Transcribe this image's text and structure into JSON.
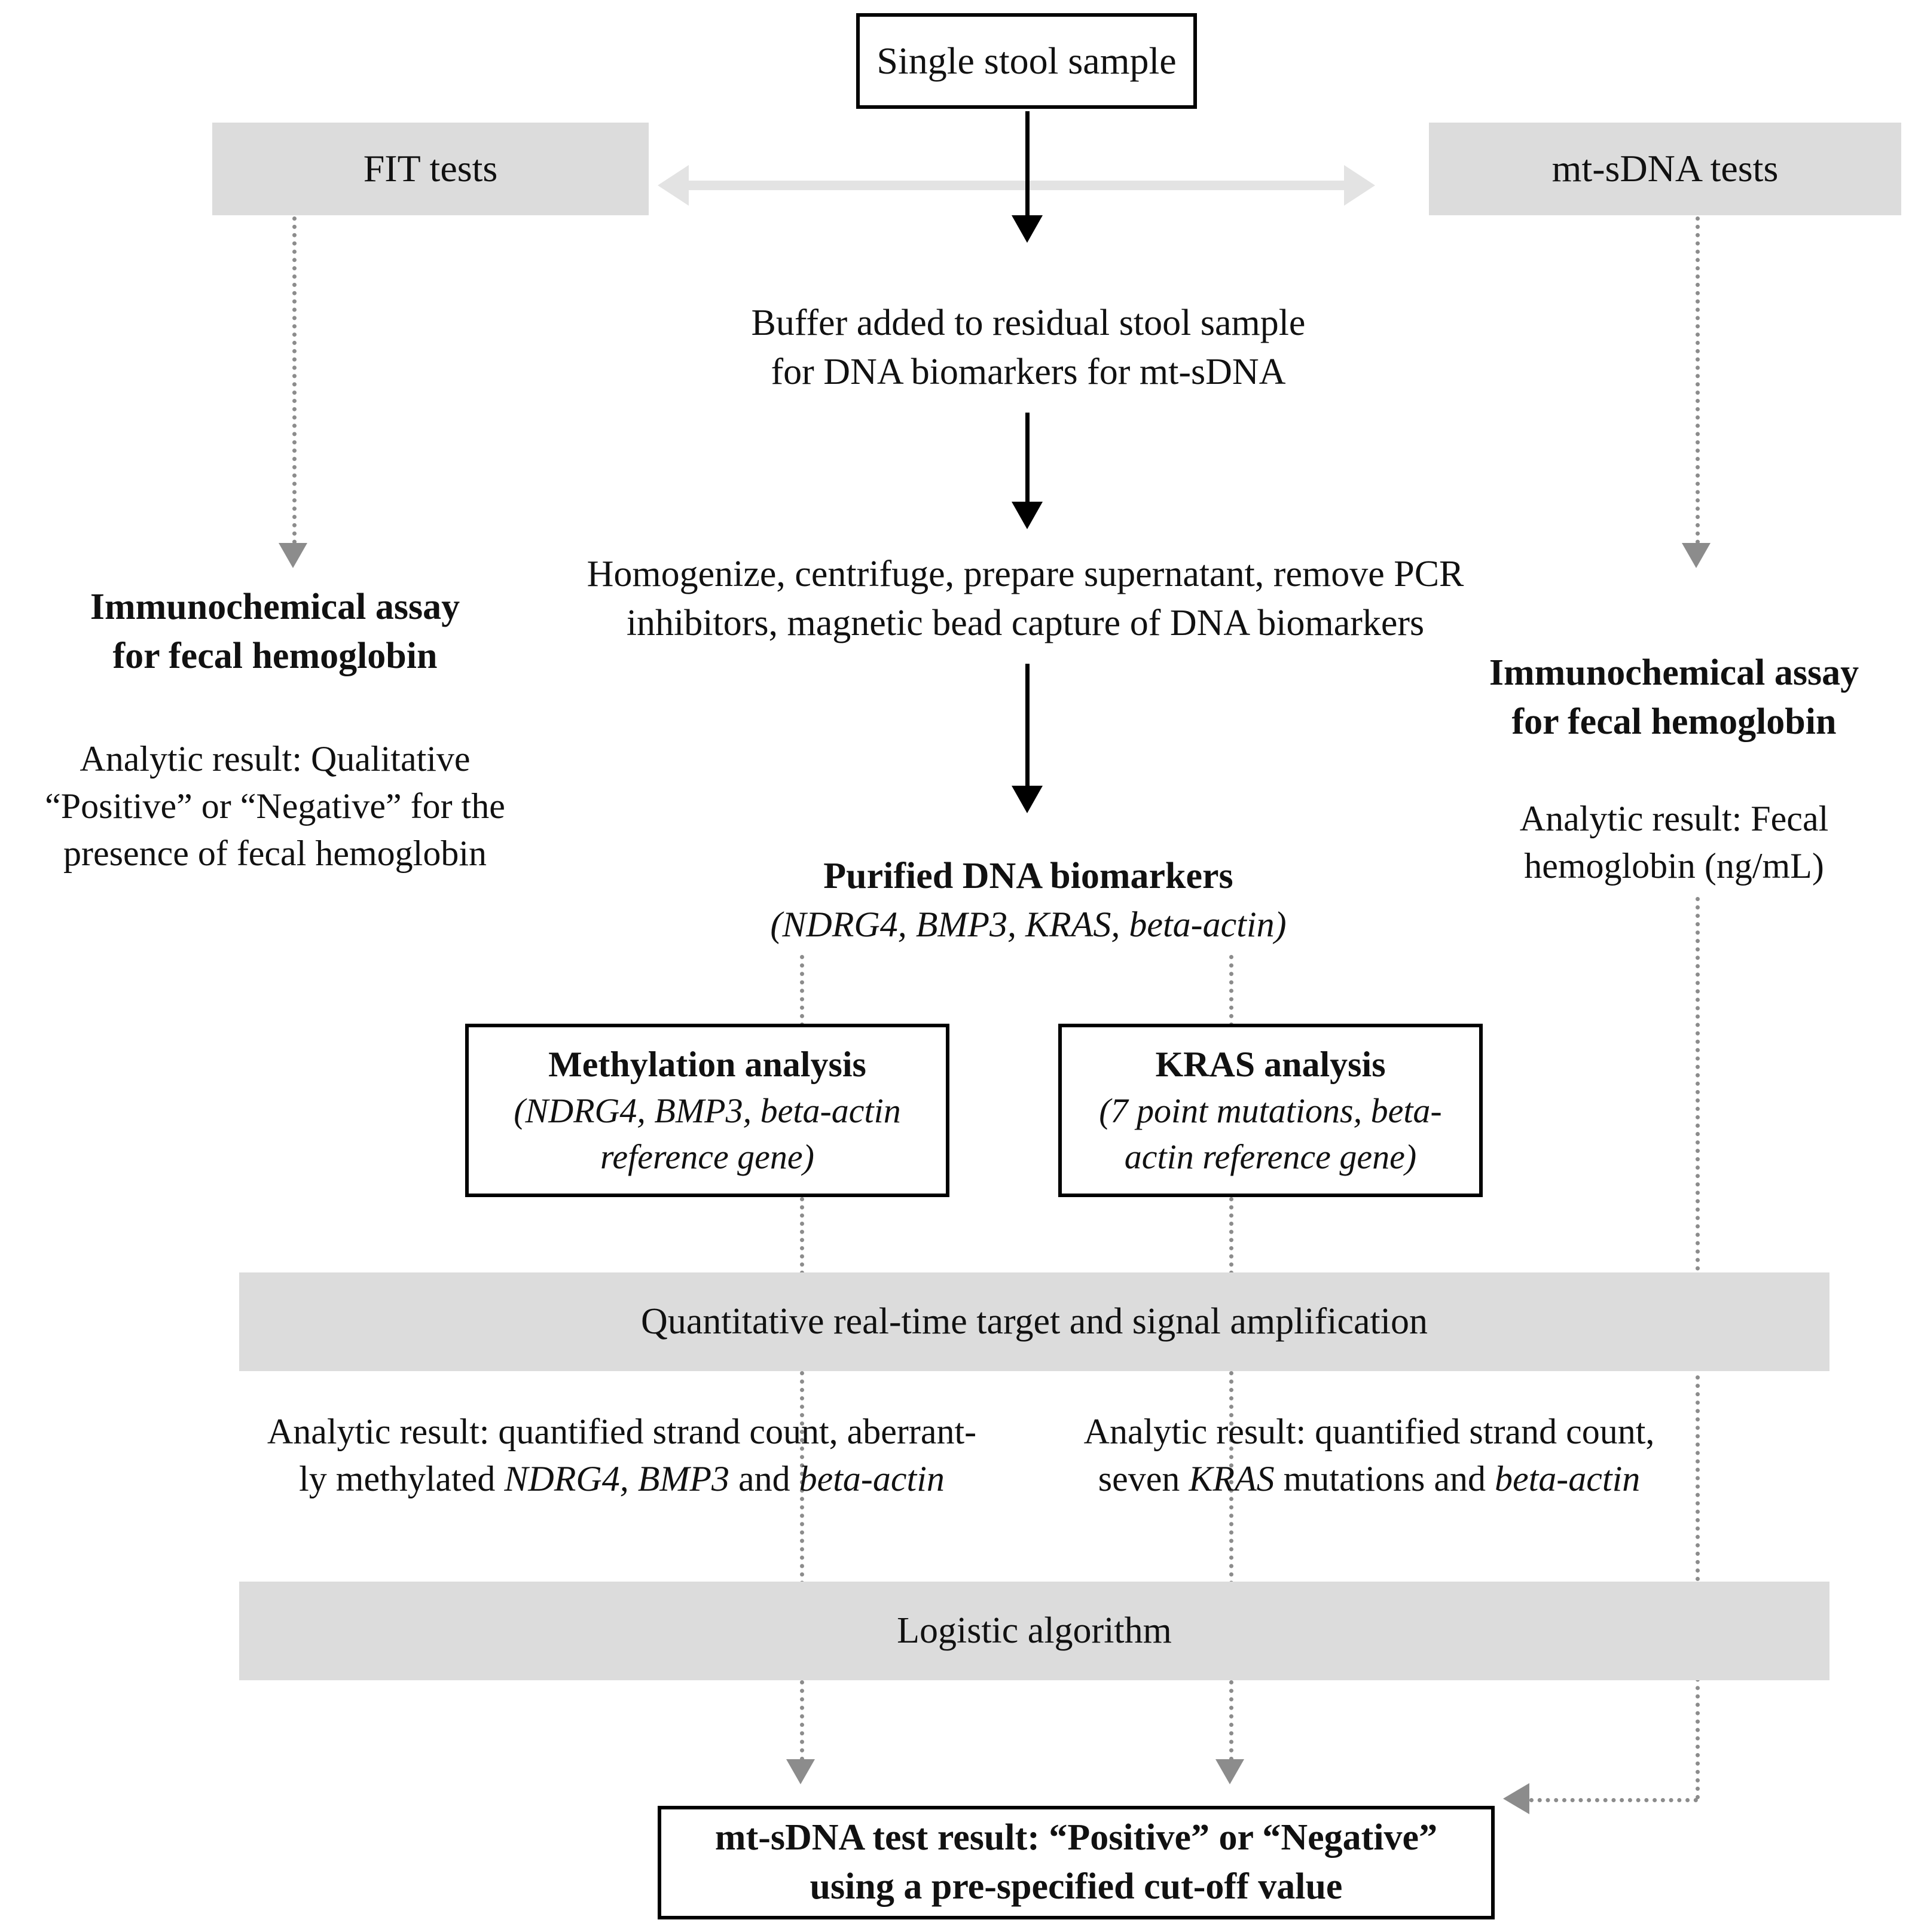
{
  "diagram": {
    "title": "mt-sDNA and FIT stool test analytic workflow",
    "colors": {
      "band_gray": "#dcdcdc",
      "connector_gray": "#8c8c8c",
      "double_arrow_gray": "#e3e3e3",
      "box_border": "#000000",
      "text": "#111111"
    }
  },
  "nodes": {
    "single_stool_sample": "Single stool sample",
    "fit_tests": "FIT tests",
    "mtsdna_tests": "mt-sDNA tests",
    "buffer_added": {
      "line1": "Buffer added to residual stool sample",
      "line2": "for DNA biomarkers for mt-sDNA"
    },
    "homogenize": {
      "line1": "Homogenize, centrifuge, prepare supernatant, remove PCR",
      "line2": "inhibitors, magnetic bead capture of DNA biomarkers"
    },
    "fit_left": {
      "heading_line1": "Immunochemical assay",
      "heading_line2": "for fecal hemoglobin",
      "result_line1": "Analytic result: Qualitative",
      "result_line2": "“Positive” or “Negative” for the",
      "result_line3": "presence of fecal hemoglobin"
    },
    "fit_right": {
      "heading_line1": "Immunochemical assay",
      "heading_line2": "for fecal hemoglobin",
      "result_line1": "Analytic result: Fecal",
      "result_line2": "hemoglobin (ng/mL)"
    },
    "purified_dna": {
      "heading": "Purified DNA biomarkers",
      "detail": "(NDRG4, BMP3, KRAS, beta-actin)"
    },
    "methylation_box": {
      "heading": "Methylation analysis",
      "detail_line1": "(NDRG4, BMP3, beta-actin",
      "detail_line2": "reference gene)"
    },
    "kras_box": {
      "heading": "KRAS analysis",
      "detail_line1": "(7 point mutations, beta-",
      "detail_line2": "actin reference gene)"
    },
    "amplification_band": "Quantitative real-time target and signal amplification",
    "methylation_result": {
      "line1": "Analytic result: quantified strand count, aberrant-",
      "line2_plain_a": "ly methylated ",
      "line2_ital_a": "NDRG4, BMP3",
      "line2_plain_b": " and ",
      "line2_ital_b": "beta-actin"
    },
    "kras_result": {
      "line1": "Analytic result: quantified strand count,",
      "line2_plain_a": "seven ",
      "line2_ital_a": "KRAS",
      "line2_plain_b": " mutations and ",
      "line2_ital_b": "beta-actin"
    },
    "logistic_band": "Logistic algorithm",
    "final_result": {
      "line1": "mt-sDNA test result: “Positive” or “Negative”",
      "line2": "using a pre-specified cut-off value"
    }
  }
}
